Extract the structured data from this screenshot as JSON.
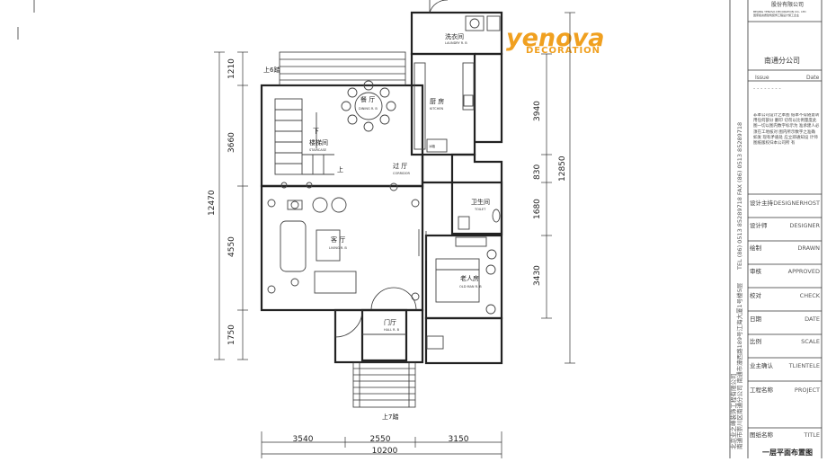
{
  "logo": {
    "brand": "yenova",
    "sub": "DECORATION",
    "color": "#f0a020"
  },
  "rooms": {
    "laundry": {
      "cn": "洗衣间",
      "en": "LAUNDRY R. B"
    },
    "dining": {
      "cn": "餐 厅",
      "en": "DINING R. B"
    },
    "kitchen": {
      "cn": "厨 房",
      "en": "KITCHEN"
    },
    "stair": {
      "cn": "楼梯间",
      "en": "STAIRCASE"
    },
    "corridor": {
      "cn": "过 厅",
      "en": "CORRIDOR"
    },
    "toilet": {
      "cn": "卫生间",
      "en": "TOILET"
    },
    "living": {
      "cn": "客 厅",
      "en": "LIVING R. B"
    },
    "elder": {
      "cn": "老人房",
      "en": "OLD MAN R. B"
    },
    "hall": {
      "cn": "门厅",
      "en": "HALL R. B"
    },
    "fridge": "冰箱"
  },
  "notes": {
    "up6": "上6踏",
    "up7": "上7踏",
    "down": "下",
    "up": "上"
  },
  "dims_left": [
    "1210",
    "3660",
    "4550",
    "1750"
  ],
  "dims_left_total": "12470",
  "dims_right": [
    "3940",
    "830",
    "1680",
    "3430"
  ],
  "dims_right_total": "12850",
  "dims_bottom": [
    "3540",
    "2550",
    "3150"
  ],
  "dims_bottom_total": "10200",
  "title_block": {
    "company_top": "股份有限公司",
    "company_en": "BEIJING YENOVA DECORATION CO., LTD",
    "company_fine": "国家级资质建筑装饰工程设计施工企业",
    "branch": "南通分公司",
    "issue": "Issue",
    "date_label": "Date",
    "date_dashes": "- - - - - - - -",
    "note": "非本公司设计之本图 纸本不得随意转用任何部分 翻印 切勿以比例量度此 图一切以图内数字标示为 准承建人必须在工地核对 图内所示数字之准确 如发 现有矛盾处 应立即通知设 计师 图纸版权归本公司所 有",
    "rows": [
      {
        "cn": "设计主持",
        "en": "DESIGNERHOST"
      },
      {
        "cn": "设计师",
        "en": "DESIGNER"
      },
      {
        "cn": "绘制",
        "en": "DRAWN"
      },
      {
        "cn": "审核",
        "en": "APPROVED"
      },
      {
        "cn": "校对",
        "en": "CHECK"
      },
      {
        "cn": "日期",
        "en": "DATE"
      },
      {
        "cn": "比例",
        "en": "SCALE"
      },
      {
        "cn": "业主确认",
        "en": "TLIENTELE"
      },
      {
        "cn": "工程名称",
        "en": "PROJECT"
      },
      {
        "cn": "图纸名称",
        "en": "TITLE"
      }
    ],
    "drawing_title": "一层平面布置图",
    "vertical_contact": "TEL (86) 0513 85289718  FAX (86) 0513 85289718",
    "vertical_address": "南通市崇川区南通分公司 南通市濠西路189号江海大厦1号楼5层",
    "vertical_company": "北京业之峰装饰工程有限公司"
  }
}
